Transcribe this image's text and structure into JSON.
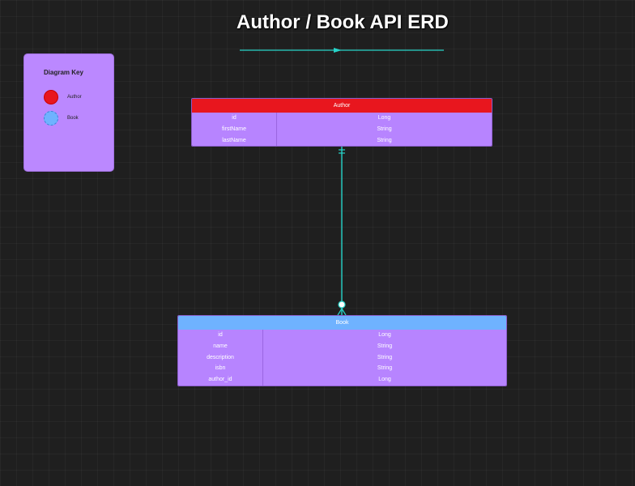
{
  "title": "Author / Book API ERD",
  "key": {
    "title": "Diagram Key",
    "items": [
      {
        "label": "Author",
        "color": "#e8161e"
      },
      {
        "label": "Book",
        "color": "#6fb2ff"
      }
    ]
  },
  "entities": {
    "author": {
      "name": "Author",
      "header_color": "#e8161e",
      "fields": [
        {
          "name": "id",
          "type": "Long"
        },
        {
          "name": "firstName",
          "type": "String"
        },
        {
          "name": "lastName",
          "type": "String"
        }
      ]
    },
    "book": {
      "name": "Book",
      "header_color": "#6fb2ff",
      "fields": [
        {
          "name": "id",
          "type": "Long"
        },
        {
          "name": "name",
          "type": "String"
        },
        {
          "name": "description",
          "type": "String"
        },
        {
          "name": "isbn",
          "type": "String"
        },
        {
          "name": "author_id",
          "type": "Long"
        }
      ]
    }
  },
  "relationship": {
    "from": "Author",
    "to": "Book",
    "cardinality": "one-to-zero-or-many",
    "color": "#27d3c8"
  }
}
